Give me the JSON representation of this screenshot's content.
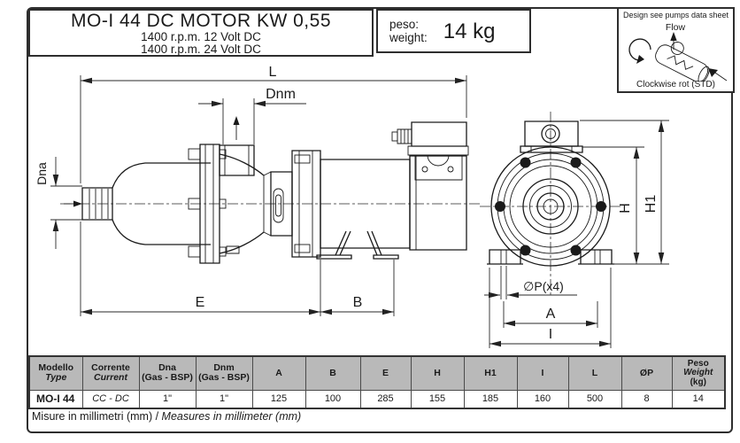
{
  "title_block": {
    "title": "MO-I 44 DC MOTOR KW 0,55",
    "line2": "1400 r.p.m. 12 Volt DC",
    "line3": "1400 r.p.m. 24 Volt DC"
  },
  "weight_box": {
    "label_line1": "peso:",
    "label_line2": "weight:",
    "value": "14 kg"
  },
  "info_box": {
    "note": "Design see pumps data sheet",
    "flow": "Flow",
    "rotation": "Clockwise rot (STD)"
  },
  "drawing": {
    "labels": {
      "L": "L",
      "Dnm": "Dnm",
      "Dna": "Dna",
      "E": "E",
      "B": "B",
      "H": "H",
      "H1": "H1",
      "A": "A",
      "I": "I",
      "P": "∅P(x4)"
    }
  },
  "table": {
    "headers": [
      {
        "l1": "Modello",
        "l2": "Type"
      },
      {
        "l1": "Corrente",
        "l2": "Current"
      },
      {
        "l1": "Dna",
        "l2": "(Gas - BSP)"
      },
      {
        "l1": "Dnm",
        "l2": "(Gas - BSP)"
      },
      {
        "l1": "A"
      },
      {
        "l1": "B"
      },
      {
        "l1": "E"
      },
      {
        "l1": "H"
      },
      {
        "l1": "H1"
      },
      {
        "l1": "I"
      },
      {
        "l1": "L"
      },
      {
        "l1": "ØP"
      },
      {
        "l1": "Peso",
        "l2": "Weight",
        "l3": "(kg)"
      }
    ],
    "row": {
      "model": "MO-I 44",
      "current": "CC - DC",
      "dna": "1\"",
      "dnm": "1\"",
      "a": "125",
      "b": "100",
      "e": "285",
      "h": "155",
      "h1": "185",
      "i": "160",
      "l": "500",
      "p": "8",
      "weight": "14"
    }
  },
  "footer": {
    "part1": "Misure in millimetri (mm) / ",
    "part2": "Measures in millimeter (mm)"
  },
  "colors": {
    "line": "#1a1a1a",
    "table_header_bg": "#b9b9b9"
  }
}
